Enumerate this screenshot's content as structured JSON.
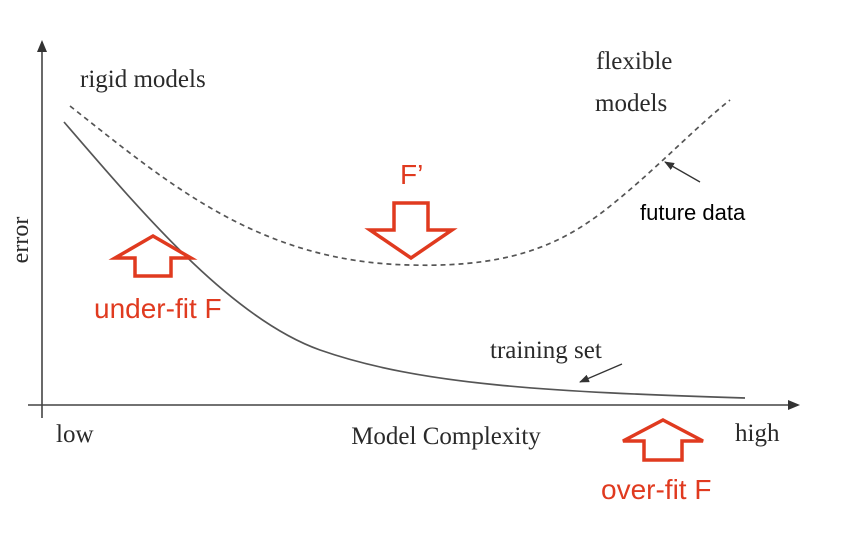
{
  "diagram": {
    "y_axis_label": "error",
    "x_axis_label": "Model Complexity",
    "x_low_label": "low",
    "x_high_label": "high",
    "rigid_label": "rigid models",
    "flexible_label_line1": "flexible",
    "flexible_label_line2": "models",
    "future_label": "future data",
    "training_label": "training set",
    "optimum_label": "F’",
    "underfit_label": "under-fit F",
    "overfit_label": "over-fit F"
  },
  "colors": {
    "axis": "#444444",
    "curve": "#555555",
    "annotation": "#e03a1f",
    "text": "#2a2a2a"
  },
  "curves": {
    "training": "solid",
    "future": "dashed"
  }
}
